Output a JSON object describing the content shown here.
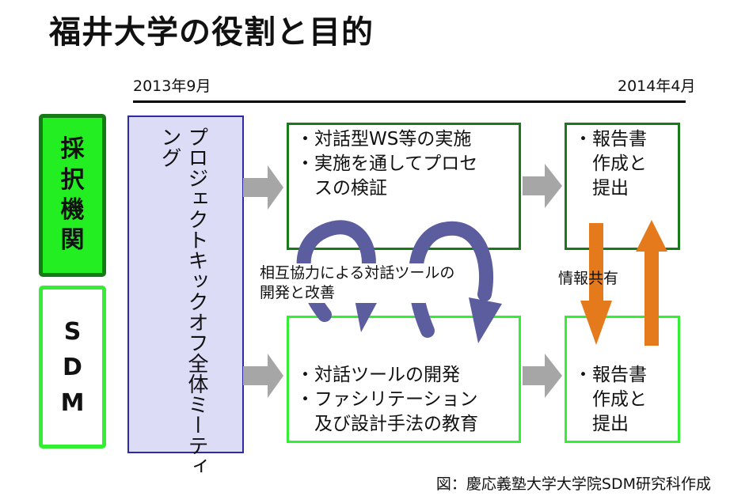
{
  "title": "福井大学の役割と目的",
  "timeline": {
    "start": "2013年9月",
    "end": "2014年4月"
  },
  "side_labels": {
    "top_chars": [
      "採",
      "択",
      "機",
      "関"
    ],
    "bottom_chars": [
      "S",
      "D",
      "M"
    ]
  },
  "meeting_text": "プロジェクトキックオフ全体ミーティング",
  "top_box": {
    "line1": "・対話型WS等の実施",
    "line2": "・実施を通してプロセ",
    "line3": "スの検証"
  },
  "bottom_box": {
    "line1": "・対話ツールの開発",
    "line2": "・ファシリテーション",
    "line3": "及び設計手法の教育"
  },
  "report_top": {
    "line1": "・報告書",
    "line2": "作成と",
    "line3": "提出"
  },
  "report_bottom": {
    "line1": "・報告書",
    "line2": "作成と",
    "line3": "提出"
  },
  "cooperation_label": {
    "line1": "相互協力による対話ツールの",
    "line2": "開発と改善"
  },
  "info_share_label": "情報共有",
  "credit": "図：慶応義塾大学大学院SDM研究科作成",
  "colors": {
    "dark_green": "#1a7a1a",
    "bright_green": "#33ee33",
    "meeting_fill": "#dcdcf7",
    "meeting_border": "#2b2ba8",
    "gray_arrow": "#a6a6a6",
    "orange_arrow": "#e57a1c",
    "cycle_arrow": "#5b5d9e"
  }
}
